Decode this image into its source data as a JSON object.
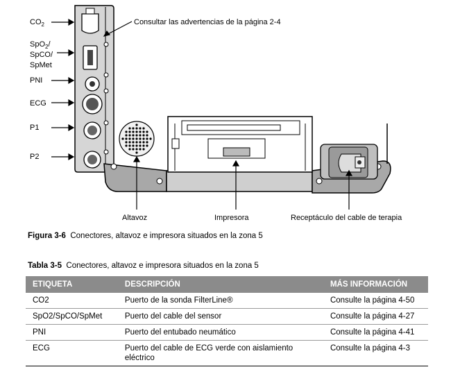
{
  "figure": {
    "labels": {
      "co2": "CO",
      "co2_sub": "2",
      "spo2_line1": "SpO",
      "spo2_sub": "2",
      "spo2_line1_tail": "/",
      "spo2_line2": "SpCO/",
      "spo2_line3": "SpMet",
      "pni": "PNI",
      "ecg": "ECG",
      "p1": "P1",
      "p2": "P2",
      "warning": "Consultar las advertencias de la página 2-4",
      "altavoz": "Altavoz",
      "impresora": "Impresora",
      "receptaculo": "Receptáculo del cable de terapia"
    },
    "caption_number": "Figura 3-6",
    "caption_text": "Conectores, altavoz e impresora situados en la zona 5"
  },
  "table": {
    "caption_number": "Tabla 3-5",
    "caption_text": "Conectores, altavoz e impresora situados en la zona 5",
    "headers": [
      "ETIQUETA",
      "DESCRIPCIÓN",
      "MÁS INFORMACIÓN"
    ],
    "rows": [
      [
        "CO2",
        "Puerto de la sonda FilterLine®",
        "Consulte la página 4-50"
      ],
      [
        "SpO2/SpCO/SpMet",
        "Puerto del cable del sensor",
        "Consulte la página 4-27"
      ],
      [
        "PNI",
        "Puerto del entubado neumático",
        "Consulte la página 4-41"
      ],
      [
        "ECG",
        "Puerto del cable de ECG verde con aislamiento eléctrico",
        "Consulte la página 4-3"
      ]
    ]
  }
}
